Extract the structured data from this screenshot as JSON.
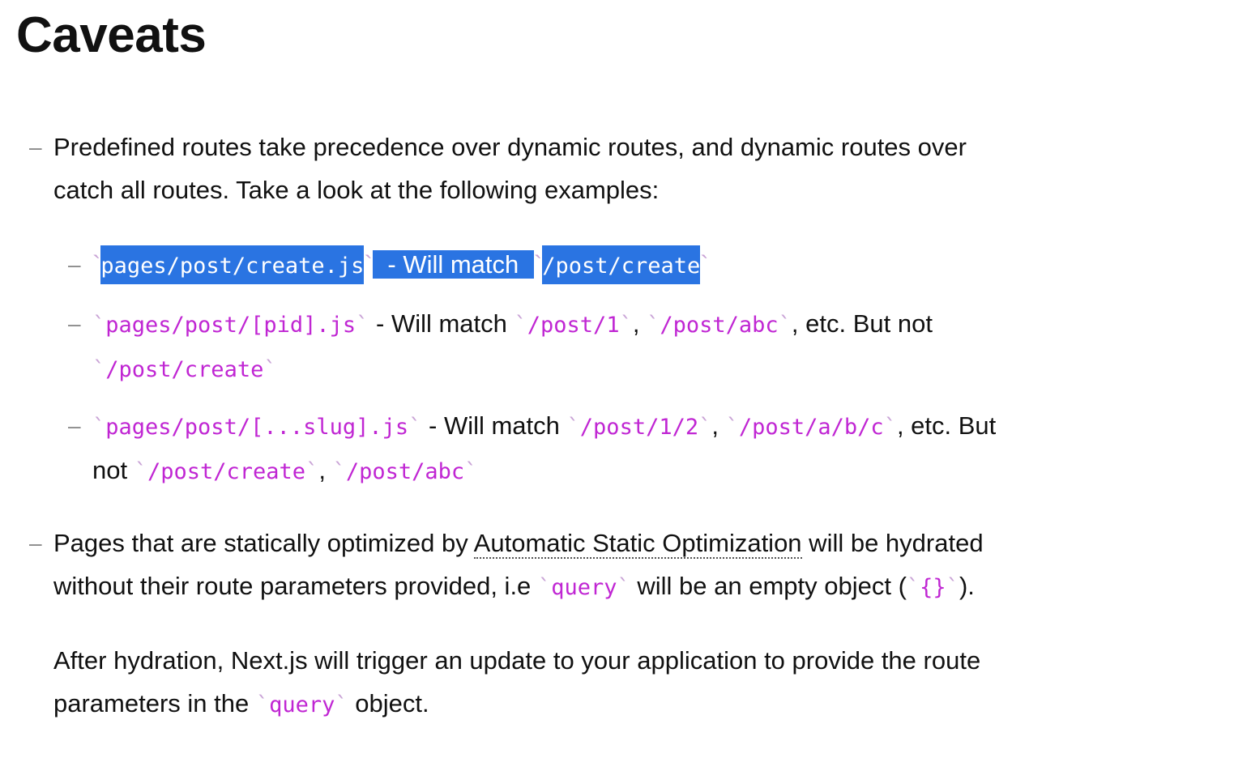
{
  "heading": "Caveats",
  "item1": {
    "text_a": "Predefined routes take precedence over dynamic routes, and dynamic routes over",
    "text_b": "catch all routes. Take a look at the following examples:"
  },
  "sub1": {
    "code1": "pages/post/create.js",
    "mid": " - Will match ",
    "code2": "/post/create"
  },
  "sub2": {
    "code1": "pages/post/[pid].js",
    "mid": " - Will match ",
    "code2": "/post/1",
    "comma": ", ",
    "code3": "/post/abc",
    "tail": ", etc. But not",
    "code4": "/post/create"
  },
  "sub3": {
    "code1": "pages/post/[...slug].js",
    "mid": " - Will match ",
    "code2": "/post/1/2",
    "comma": ", ",
    "code3": "/post/a/b/c",
    "tail": ", etc. But",
    "not": "not ",
    "code4": "/post/create",
    "comma2": ", ",
    "code5": "/post/abc"
  },
  "item2": {
    "text_a": "Pages that are statically optimized by ",
    "link": "Automatic Static Optimization",
    "text_b": " will be hydrated",
    "text_c": "without their route parameters provided, i.e ",
    "code_query": "query",
    "text_d": " will be an empty object (",
    "code_obj": "{}",
    "text_e": ")."
  },
  "para": {
    "text_a": "After hydration, Next.js will trigger an update to your application to provide the route",
    "text_b": "parameters in the ",
    "code_query": "query",
    "text_c": " object."
  },
  "colors": {
    "code": "#c026d3",
    "selection": "#2a74e2"
  }
}
